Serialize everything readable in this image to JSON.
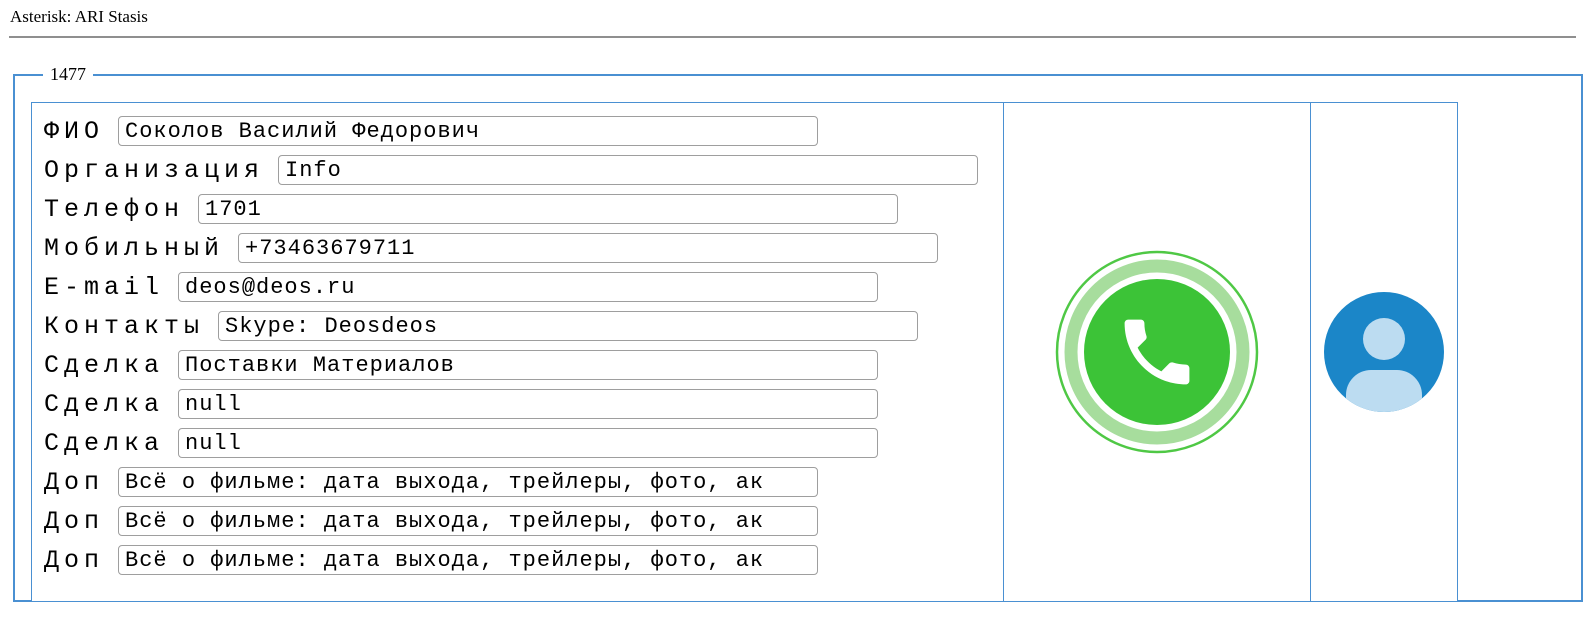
{
  "header": {
    "title": "Asterisk: ARI Stasis"
  },
  "fieldset": {
    "legend": "1477"
  },
  "form": {
    "rows": [
      {
        "label": "ФИО",
        "value": "Соколов Василий Федорович"
      },
      {
        "label": "Организация",
        "value": "Info"
      },
      {
        "label": "Телефон",
        "value": "1701"
      },
      {
        "label": "Мобильный",
        "value": "+73463679711"
      },
      {
        "label": "E-mail",
        "value": "deos@deos.ru"
      },
      {
        "label": "Контакты",
        "value": "Skype: Deosdeos"
      },
      {
        "label": "Сделка",
        "value": "Поставки Материалов"
      },
      {
        "label": "Сделка",
        "value": "null"
      },
      {
        "label": "Сделка",
        "value": "null"
      },
      {
        "label": "Доп",
        "value": "Всё о фильме: дата выхода, трейлеры, фото, ак"
      },
      {
        "label": "Доп",
        "value": "Всё о фильме: дата выхода, трейлеры, фото, ак"
      },
      {
        "label": "Доп",
        "value": "Всё о фильме: дата выхода, трейлеры, фото, ак"
      }
    ]
  },
  "icons": {
    "call": "phone-call-icon",
    "avatar": "person-avatar-icon"
  },
  "colors": {
    "frame_blue": "#4a90d2",
    "call_green": "#3cc337",
    "call_ring_light": "#a7dd9d",
    "call_ring_outline": "#4fc845",
    "avatar_blue": "#1b86c8",
    "avatar_silhouette": "#bcdcf1",
    "input_border": "#9e9e9e",
    "divider_gray": "#8f8f8f"
  }
}
